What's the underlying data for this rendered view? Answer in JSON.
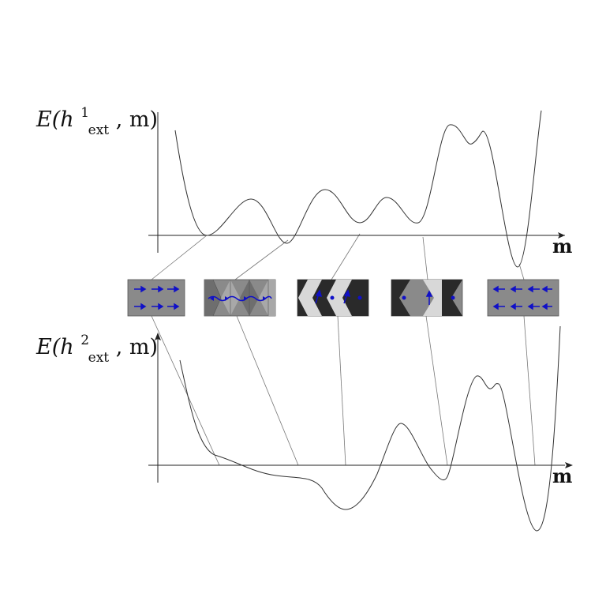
{
  "top_plot": {
    "label": {
      "base": "E(h",
      "sup": "1",
      "sub": "ext",
      "tail": ", m)"
    },
    "axis_label": "m"
  },
  "bottom_plot": {
    "label": {
      "base": "E(h",
      "sup": "2",
      "sub": "ext",
      "tail": ", m)"
    },
    "axis_label": "m"
  },
  "tiles": [
    {
      "name": "uniform-right",
      "arrows": "right"
    },
    {
      "name": "zigzag-fine",
      "arrows": "wavy"
    },
    {
      "name": "zigzag-domains",
      "arrows": "up"
    },
    {
      "name": "zigzag-wide",
      "arrows": "up-single"
    },
    {
      "name": "uniform-left",
      "arrows": "left"
    }
  ],
  "colors": {
    "curve": "#333333",
    "axis": "#222222",
    "connector": "#777777",
    "tile_gray": "#8a8a8a",
    "tile_dark": "#2a2a2a",
    "tile_light": "#d8d8d8",
    "arrow": "#1010c8"
  }
}
